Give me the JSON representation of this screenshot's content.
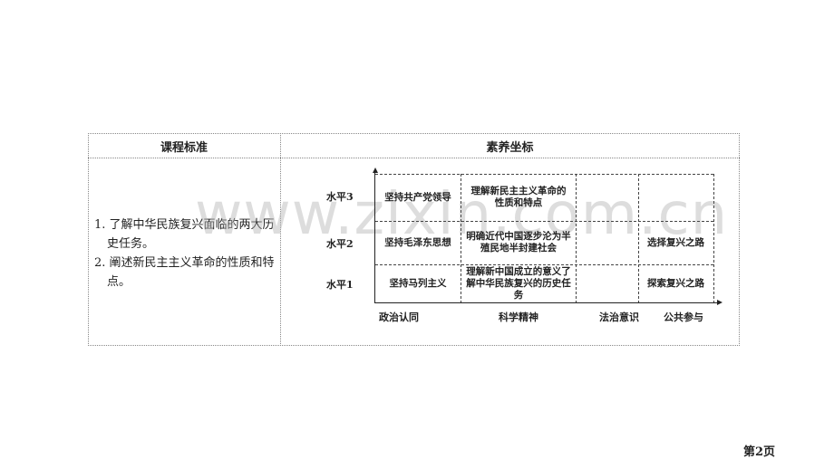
{
  "table": {
    "header_left": "课程标准",
    "header_right": "素养坐标",
    "standards": [
      "1. 了解中华民族复兴面临的两大历史任务。",
      "2. 阐述新民主主义革命的性质和特点。"
    ]
  },
  "grid": {
    "levels": [
      "水平3",
      "水平2",
      "水平1"
    ],
    "columns": [
      "政治认同",
      "科学精神",
      "法治意识",
      "公共参与"
    ],
    "cells": {
      "l3_c1": "坚持共产党领导",
      "l3_c2": "理解新民主主义革命的性质和特点",
      "l2_c1": "坚持毛泽东思想",
      "l2_c2": "明确近代中国逐步沦为半殖民地半封建社会",
      "l2_c4": "选择复兴之路",
      "l1_c1": "坚持马列主义",
      "l1_c2": "理解新中国成立的意义了解中华民族复兴的历史任务",
      "l1_c4": "探索复兴之路"
    }
  },
  "watermark": "www.zixin.com.cn",
  "page_label": "第2页"
}
